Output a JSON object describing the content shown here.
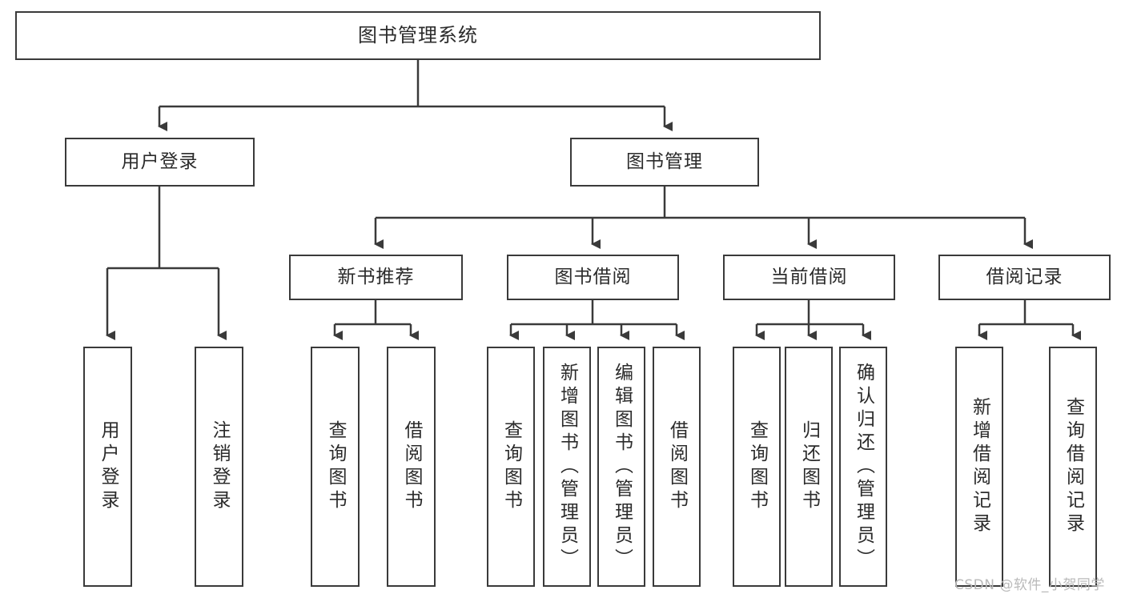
{
  "diagram": {
    "title": "图书管理系统",
    "type": "hierarchy-tree",
    "colors": {
      "stroke": "#3a3a3a",
      "text": "#2b2b2b",
      "background": "#ffffff",
      "watermark": "#b9b9b9"
    },
    "levels": {
      "root": {
        "label": "图书管理系统"
      },
      "level2": [
        {
          "id": "user-login",
          "label": "用户登录"
        },
        {
          "id": "book-management",
          "label": "图书管理"
        }
      ],
      "level3": [
        {
          "id": "new-book-recommend",
          "label": "新书推荐",
          "parent": "book-management"
        },
        {
          "id": "book-borrow",
          "label": "图书借阅",
          "parent": "book-management"
        },
        {
          "id": "current-borrow",
          "label": "当前借阅",
          "parent": "book-management"
        },
        {
          "id": "borrow-record",
          "label": "借阅记录",
          "parent": "book-management"
        }
      ],
      "leaves": [
        {
          "id": "leaf-user-login",
          "label": "用户登录",
          "parent": "user-login"
        },
        {
          "id": "leaf-user-logout",
          "label": "注销登录",
          "parent": "user-login"
        },
        {
          "id": "leaf-query-book-1",
          "label": "查询图书",
          "parent": "new-book-recommend"
        },
        {
          "id": "leaf-borrow-book-1",
          "label": "借阅图书",
          "parent": "new-book-recommend"
        },
        {
          "id": "leaf-query-book-2",
          "label": "查询图书",
          "parent": "book-borrow"
        },
        {
          "id": "leaf-add-book",
          "label": "新增图书（管理员）",
          "parent": "book-borrow"
        },
        {
          "id": "leaf-edit-book",
          "label": "编辑图书（管理员）",
          "parent": "book-borrow"
        },
        {
          "id": "leaf-borrow-book-2",
          "label": "借阅图书",
          "parent": "book-borrow"
        },
        {
          "id": "leaf-query-book-3",
          "label": "查询图书",
          "parent": "current-borrow"
        },
        {
          "id": "leaf-return-book",
          "label": "归还图书",
          "parent": "current-borrow"
        },
        {
          "id": "leaf-confirm-return",
          "label": "确认归还（管理员）",
          "parent": "current-borrow"
        },
        {
          "id": "leaf-add-record",
          "label": "新增借阅记录",
          "parent": "borrow-record"
        },
        {
          "id": "leaf-query-record",
          "label": "查询借阅记录",
          "parent": "borrow-record"
        }
      ]
    },
    "watermark": "CSDN @软件_小贺同学"
  }
}
